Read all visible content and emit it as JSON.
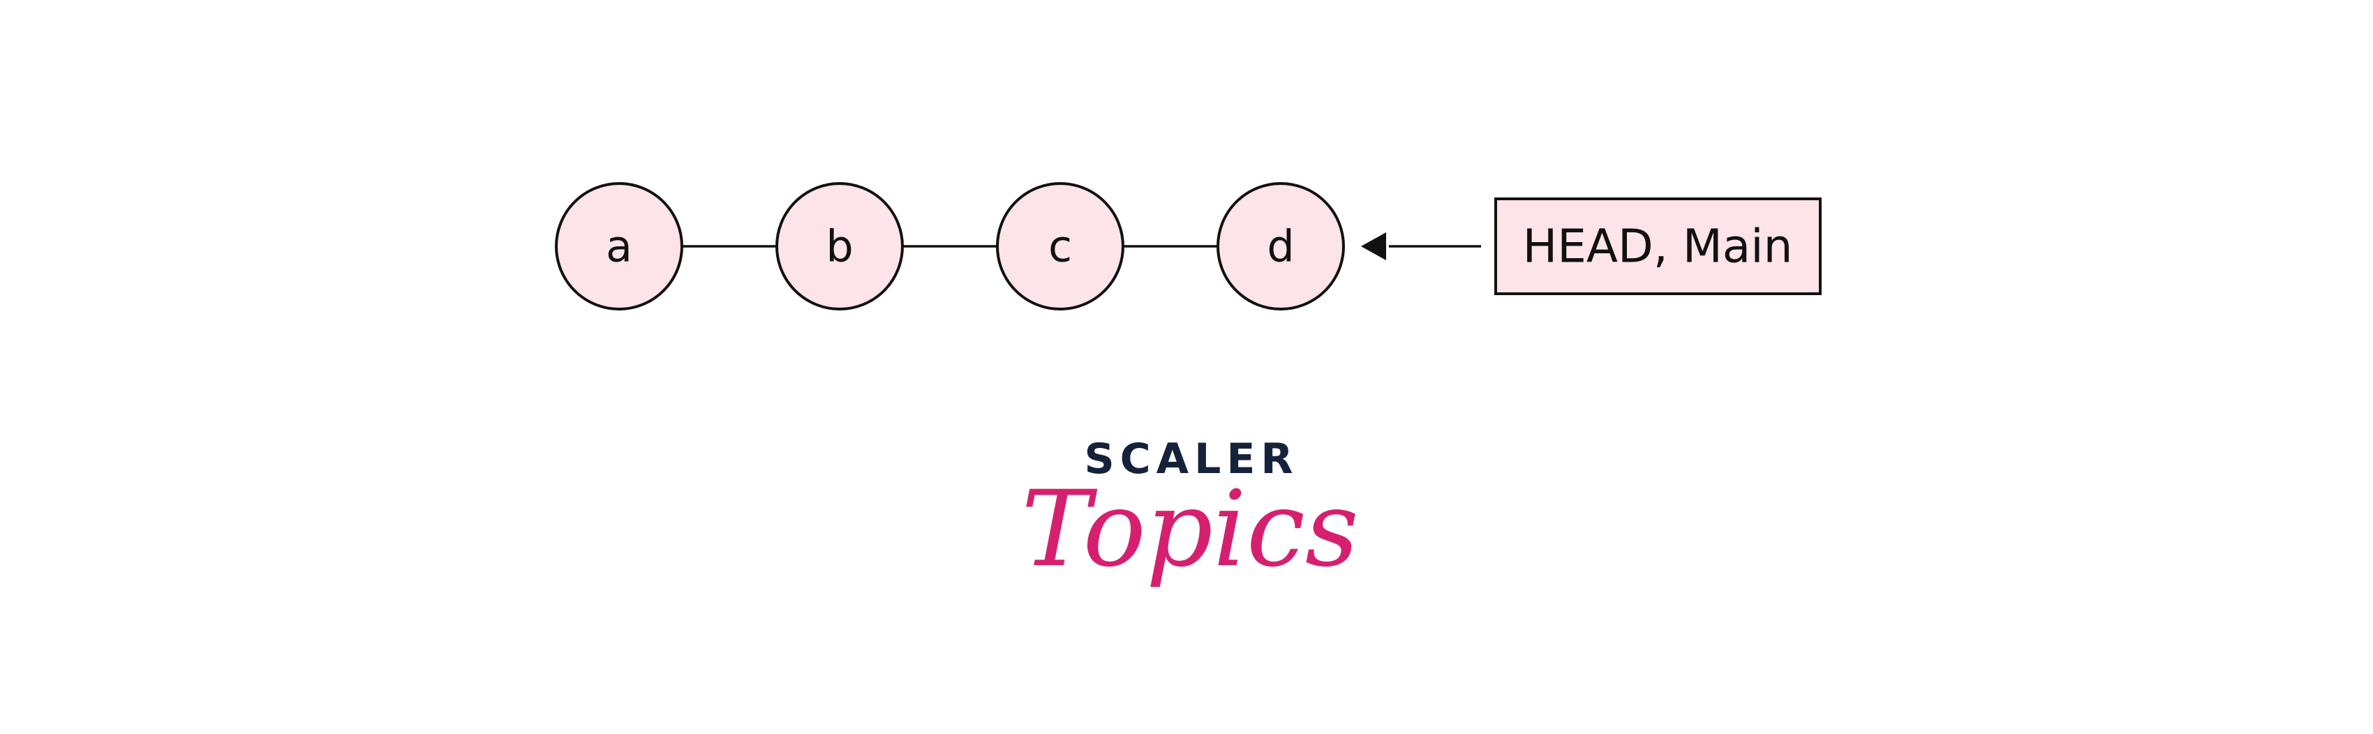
{
  "diagram": {
    "commits": [
      {
        "label": "a"
      },
      {
        "label": "b"
      },
      {
        "label": "c"
      },
      {
        "label": "d"
      }
    ],
    "pointer": {
      "label": "HEAD, Main"
    }
  },
  "logo": {
    "line1": "SCALER",
    "line2": "Topics"
  },
  "colors": {
    "node_fill": "#fde4e8",
    "stroke": "#111111",
    "logo_dark": "#15223a",
    "logo_pink": "#d6206f"
  }
}
